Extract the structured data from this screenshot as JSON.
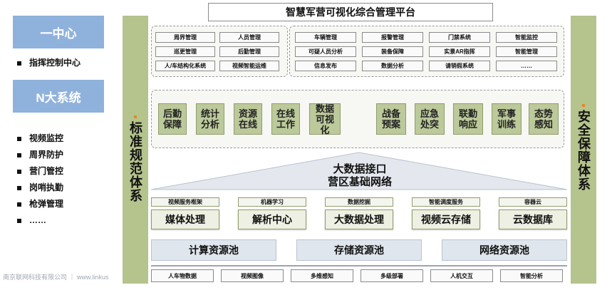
{
  "left": {
    "center_title": "一中心",
    "center_items": [
      "指挥控制中心"
    ],
    "systems_title": "N大系统",
    "systems_items": [
      "视频监控",
      "周界防护",
      "营门管控",
      "岗哨执勤",
      "枪弹管理",
      "……"
    ]
  },
  "left_bar": "标准规范体系",
  "right_bar": "安全保障体系",
  "platform_title": "智慧军营可视化综合管理平台",
  "apps_left": [
    "周界管理",
    "人员管理",
    "巡更管理",
    "后勤管理",
    "人/车结构化系统",
    "视频智能运维"
  ],
  "apps_right": [
    "车辆管理",
    "报警管理",
    "门禁系统",
    "智能监控",
    "可疑人员分析",
    "装备保障",
    "实景AR指挥",
    "智能管理",
    "信息发布",
    "数据分析",
    "请销假系统",
    "……"
  ],
  "modules_left": [
    "后勤保障",
    "统计分析",
    "资源在线",
    "在线工作",
    "数据可视化"
  ],
  "modules_right": [
    "战备预案",
    "应急处突",
    "联勤响应",
    "军事训练",
    "态势感知"
  ],
  "bigdata_title": "大数据接口",
  "network_title": "营区基础网络",
  "services": [
    {
      "label": "视频服务框架",
      "name": "媒体处理"
    },
    {
      "label": "机器学习",
      "name": "解析中心"
    },
    {
      "label": "数据挖掘",
      "name": "大数据处理"
    },
    {
      "label": "智能调度服务",
      "name": "视频云存储"
    },
    {
      "label": "容器云",
      "name": "云数据库"
    }
  ],
  "pools": [
    "计算资源池",
    "存储资源池",
    "网络资源池"
  ],
  "data_sources": [
    "人车物数据",
    "视频图像",
    "多维感知",
    "多级部署",
    "人机交互",
    "智能分析"
  ],
  "footer": "南京联网科技有限公司 ｜ www.linkus",
  "colors": {
    "blue_header": "#8fb2dc",
    "olive": "#b5c38d",
    "module_green": "#bcc99a",
    "pool_blue": "#dfe6ed",
    "accent_dot": "#e08a2a"
  }
}
